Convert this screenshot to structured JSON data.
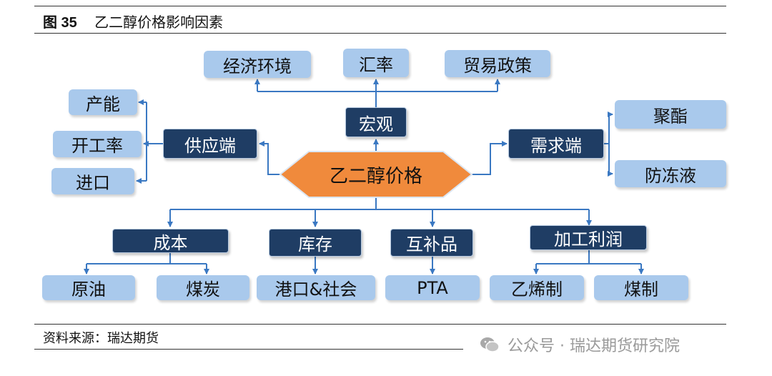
{
  "header": {
    "figure_number": "图 35",
    "title": "乙二醇价格影响因素"
  },
  "center": {
    "label": "乙二醇价格",
    "color": "#f08a3c"
  },
  "macro": {
    "label": "宏观",
    "children": [
      "经济环境",
      "汇率",
      "贸易政策"
    ]
  },
  "supply": {
    "label": "供应端",
    "children": [
      "产能",
      "开工率",
      "进口"
    ]
  },
  "demand": {
    "label": "需求端",
    "children": [
      "聚酯",
      "防冻液"
    ]
  },
  "cost": {
    "label": "成本",
    "children": [
      "原油",
      "煤炭"
    ]
  },
  "inventory": {
    "label": "库存",
    "children": [
      "港口&社会"
    ]
  },
  "complement": {
    "label": "互补品",
    "children": [
      "PTA"
    ]
  },
  "profit": {
    "label": "加工利润",
    "children": [
      "乙烯制",
      "煤制"
    ]
  },
  "footer": {
    "source": "资料来源：瑞达期货",
    "watermark": "公众号 · 瑞达期货研究院"
  },
  "colors": {
    "dark_box": "#1f3d64",
    "light_box": "#a9c9ec",
    "connector": "#3a78c2"
  }
}
